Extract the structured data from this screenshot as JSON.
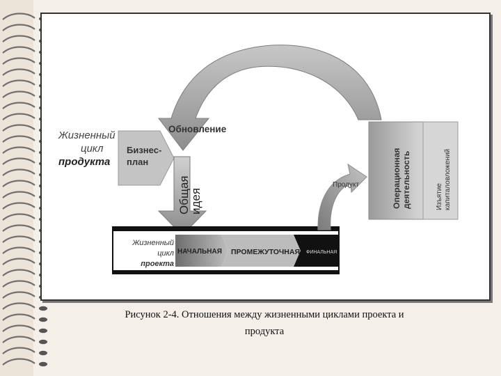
{
  "diagram": {
    "product_lifecycle": {
      "line1": "Жизненный",
      "line2": "цикл",
      "line3": "продукта"
    },
    "renewal": "Обновление",
    "business_plan": {
      "line1": "Бизнес-",
      "line2": "план"
    },
    "general_idea": {
      "line1": "Общая",
      "line2": "идея"
    },
    "product": "Продукт",
    "operational_activity": {
      "line1": "Операционная",
      "line2": "деятельность"
    },
    "capital_withdrawal": {
      "line1": "Изъятие",
      "line2": "капиталовложений"
    },
    "project_lifecycle": {
      "line1": "Жизненный цикл",
      "line2": "проекта"
    },
    "phases": {
      "initial": "НАЧАЛЬНАЯ",
      "intermediate": "ПРОМЕЖУТОЧНАЯ",
      "final": "ФИНАЛЬНАЯ"
    }
  },
  "caption": {
    "line1": "Рисунок 2-4. Отношения между жизненными циклами проекта и",
    "line2": "продукта"
  }
}
